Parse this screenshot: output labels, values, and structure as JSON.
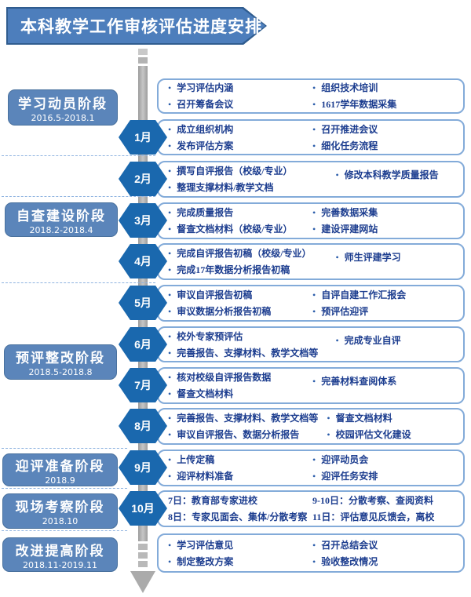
{
  "title": "本科教学工作审核评估进度安排",
  "stages": [
    {
      "name": "学习动员阶段",
      "dates": "2016.5-2018.1"
    },
    {
      "name": "自查建设阶段",
      "dates": "2018.2-2018.4"
    },
    {
      "name": "预评整改阶段",
      "dates": "2018.5-2018.8"
    },
    {
      "name": "迎评准备阶段",
      "dates": "2018.9"
    },
    {
      "name": "现场考察阶段",
      "dates": "2018.10"
    },
    {
      "name": "改进提高阶段",
      "dates": "2018.11-2019.11"
    }
  ],
  "months": [
    "1月",
    "2月",
    "3月",
    "4月",
    "5月",
    "6月",
    "7月",
    "8月",
    "9月",
    "10月"
  ],
  "rows": [
    {
      "left": [
        "学习评估内涵",
        "召开筹备会议"
      ],
      "right": [
        "组织技术培训",
        "1617学年数据采集"
      ]
    },
    {
      "left": [
        "成立组织机构",
        "发布评估方案"
      ],
      "right": [
        "召开推进会议",
        "细化任务流程"
      ]
    },
    {
      "left": [
        "撰写自评报告（校级/专业）",
        "整理支撑材料/教学文档"
      ],
      "right": [
        "修改本科教学质量报告"
      ]
    },
    {
      "left": [
        "完成质量报告",
        "督查文档材料（校级/专业）"
      ],
      "right": [
        "完善数据采集",
        "建设评建网站"
      ]
    },
    {
      "left": [
        "完成自评报告初稿（校级/专业）",
        "完成17年数据分析报告初稿"
      ],
      "right": [
        "师生评建学习"
      ]
    },
    {
      "left": [
        "审议自评报告初稿",
        "审议数据分析报告初稿"
      ],
      "right": [
        "自评自建工作汇报会",
        "预评估迎评"
      ]
    },
    {
      "left": [
        "校外专家预评估",
        "完善报告、支撑材料、教学文档等"
      ],
      "right": [
        "完成专业自评"
      ]
    },
    {
      "left": [
        "核对校级自评报告数据",
        "督查文档材料"
      ],
      "right": [
        "完善材料查阅体系"
      ]
    },
    {
      "left": [
        "完善报告、支撑材料、教学文档等",
        "审议自评报告、数据分析报告"
      ],
      "right": [
        "督查文档材料",
        "校园评估文化建设"
      ]
    },
    {
      "left": [
        "上传定稿",
        "迎评材料准备"
      ],
      "right": [
        "迎评动员会",
        "迎评任务安排"
      ]
    },
    {
      "left": [
        "7日：教育部专家进校",
        "8日：专家见面会、集体/分散考察"
      ],
      "right": [
        "9-10日：分散考察、查阅资料",
        "11日：评估意见反馈会，离校"
      ]
    },
    {
      "left": [
        "学习评估意见",
        "制定整改方案"
      ],
      "right": [
        "召开总结会议",
        "验收整改情况"
      ]
    }
  ],
  "colors": {
    "banner_fill": "#4d7ebc",
    "banner_border": "#2f5c8f",
    "stage_fill": "#5b85ba",
    "hexagon_fill": "#1a68ae",
    "task_border": "#83abd9",
    "task_text": "#1c3d8f",
    "timeline_gray": "#ababab",
    "divider_dash": "#8fb3e0"
  }
}
